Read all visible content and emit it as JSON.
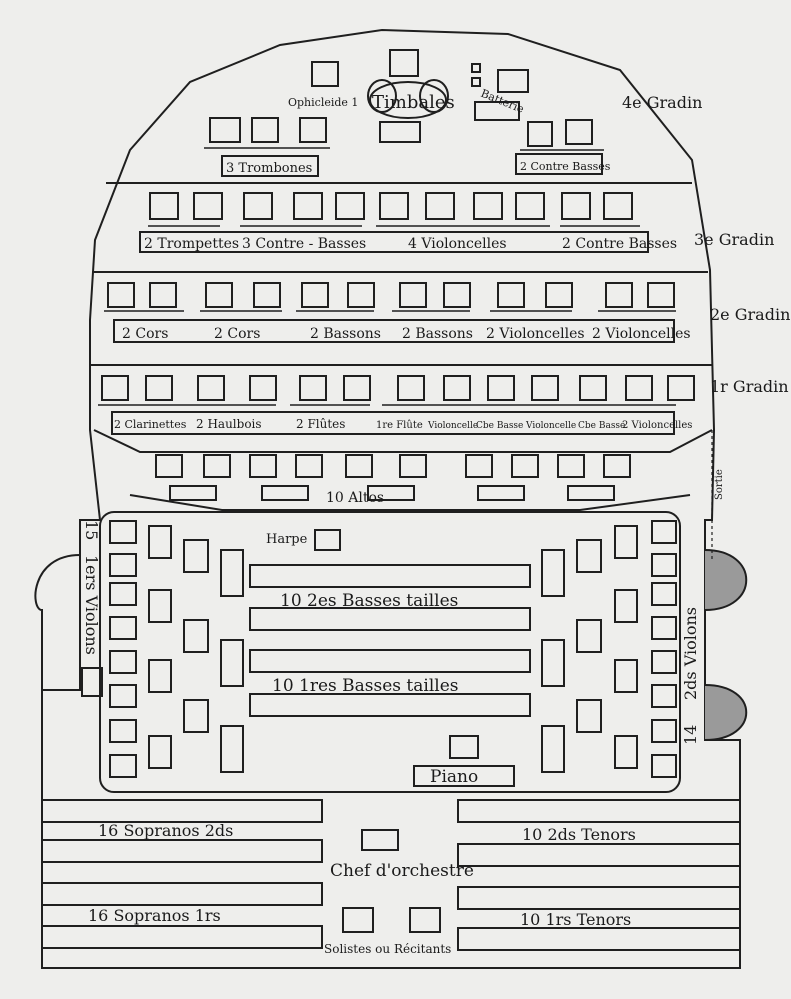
{
  "gradins": {
    "g4": "4e Gradin",
    "g3": "3e Gradin",
    "g2": "2e Gradin",
    "g1": "1r Gradin"
  },
  "row4": {
    "ophicleide": "Ophicleide 1",
    "timbales": "Timbales",
    "batterie": "Batterie",
    "trombones": "3 Trombones",
    "contrebasses": "2 Contre Basses"
  },
  "row3": [
    "2 Trompettes",
    "3 Contre - Basses",
    "4 Violoncelles",
    "2 Contre Basses"
  ],
  "row2": [
    "2 Cors",
    "2 Cors",
    "2 Bassons",
    "2 Bassons",
    "2 Violoncelles",
    "2 Violoncelles"
  ],
  "row1": [
    "2 Clarinettes",
    "2 Haulbois",
    "2 Flûtes",
    "1re Flûte",
    "Violoncelle",
    "Cbe Basse",
    "Violoncelle",
    "Cbe Basse",
    "2 Violoncelles"
  ],
  "altos": "10 Altos",
  "sortie": "Sortie",
  "harpe": "Harpe",
  "violins1": {
    "count": "15",
    "label": "1ers Violons"
  },
  "violins2": {
    "count": "14",
    "label": "2ds Violons"
  },
  "basses2": "10 2es Basses tailles",
  "basses1": "10 1res Basses tailles",
  "piano": "Piano",
  "soprano2": "16 Sopranos 2ds",
  "soprano1": "16 Sopranos 1rs",
  "tenor2": "10 2ds Tenors",
  "tenor1": "10 1rs Tenors",
  "chef": "Chef d'orchestre",
  "solistes": "Solistes ou Récitants"
}
